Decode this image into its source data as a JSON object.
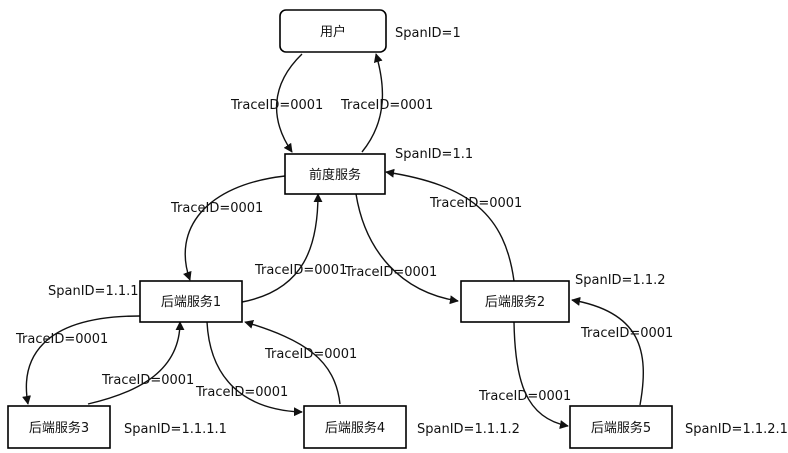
{
  "nodes": {
    "user": {
      "label": "用户",
      "span_id": "SpanID=1"
    },
    "frontend": {
      "label": "前度服务",
      "span_id": "SpanID=1.1"
    },
    "backend1": {
      "label": "后端服务1",
      "span_id": "SpanID=1.1.1"
    },
    "backend2": {
      "label": "后端服务2",
      "span_id": "SpanID=1.1.2"
    },
    "backend3": {
      "label": "后端服务3",
      "span_id": "SpanID=1.1.1.1"
    },
    "backend4": {
      "label": "后端服务4",
      "span_id": "SpanID=1.1.1.2"
    },
    "backend5": {
      "label": "后端服务5",
      "span_id": "SpanID=1.1.2.1"
    }
  },
  "edges": {
    "user_to_frontend": "TraceID=0001",
    "frontend_to_user": "TraceID=0001",
    "frontend_to_backend1": "TraceID=0001",
    "backend1_to_frontend": "TraceID=0001",
    "frontend_to_backend2": "TraceID=0001",
    "backend2_to_frontend": "TraceID=0001",
    "backend1_to_backend3": "TraceID=0001",
    "backend3_to_backend1": "TraceID=0001",
    "backend1_to_backend4": "TraceID=0001",
    "backend4_to_backend1": "TraceID=0001",
    "backend2_to_backend5": "TraceID=0001",
    "backend5_to_backend2": "TraceID=0001"
  },
  "colors": {
    "stroke": "#000000",
    "text": "#111111",
    "background": "#ffffff"
  }
}
